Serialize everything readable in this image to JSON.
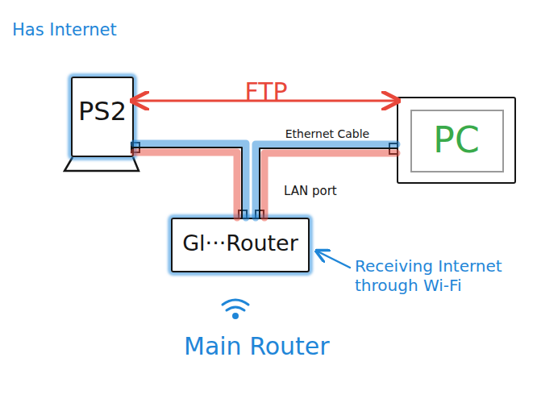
{
  "diagram": {
    "nodes": [
      {
        "text": [
          "Has Internet",
          "PS2"
        ]
      },
      {
        "text": [
          "PC"
        ]
      },
      {
        "text": [
          "Gl···Router"
        ]
      }
    ],
    "edges": [
      {
        "from": 0,
        "to": 1,
        "arrow": "both",
        "label": "FTP"
      },
      {
        "from": 0,
        "to": 2,
        "arrow": "none"
      },
      {
        "from": 1,
        "to": 2,
        "arrow": "none",
        "label": "Ethernet Cable"
      }
    ],
    "labels": [
      "LAN port",
      "Receiving Internet through Wi-Fi",
      "Main Router"
    ]
  }
}
